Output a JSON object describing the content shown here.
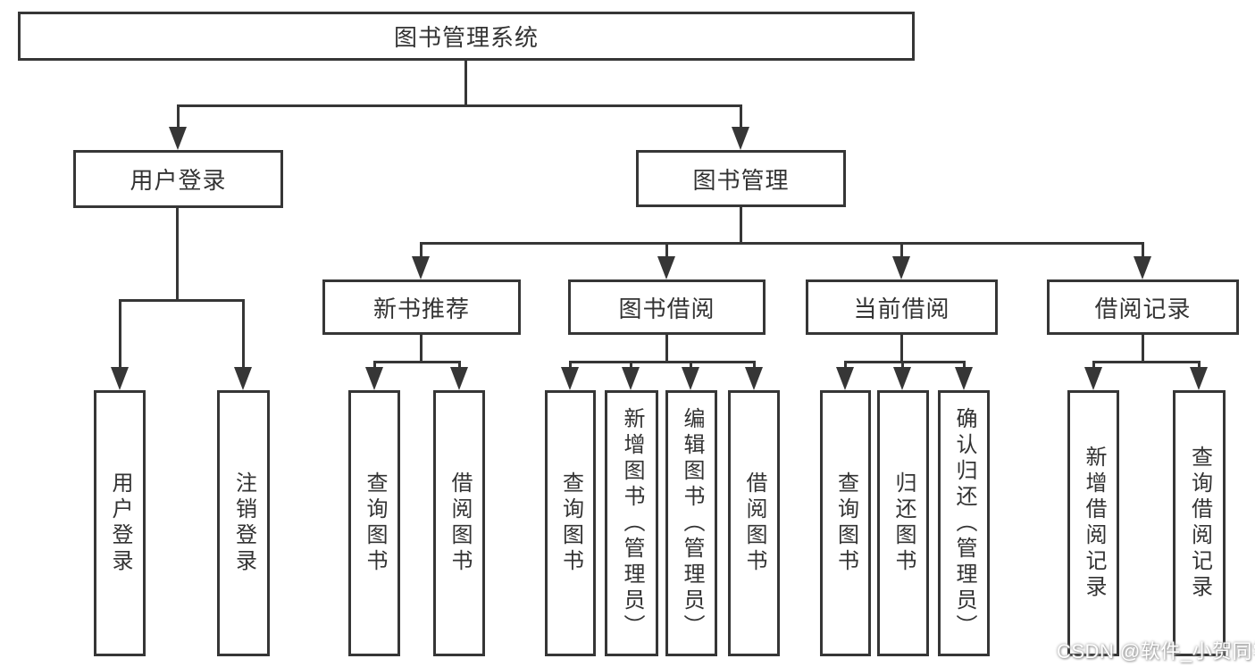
{
  "diagram": {
    "type": "hierarchy-tree",
    "colors": {
      "line": "#363636",
      "text": "#333333",
      "background": "#ffffff"
    },
    "tree": {
      "label": "图书管理系统",
      "children": [
        {
          "label": "用户登录",
          "children": [
            {
              "label": "用户登录"
            },
            {
              "label": "注销登录"
            }
          ]
        },
        {
          "label": "图书管理",
          "children": [
            {
              "label": "新书推荐",
              "children": [
                {
                  "label": "查询图书"
                },
                {
                  "label": "借阅图书"
                }
              ]
            },
            {
              "label": "图书借阅",
              "children": [
                {
                  "label": "查询图书"
                },
                {
                  "label": "新增图书（管理员）"
                },
                {
                  "label": "编辑图书（管理员）"
                },
                {
                  "label": "借阅图书"
                }
              ]
            },
            {
              "label": "当前借阅",
              "children": [
                {
                  "label": "查询图书"
                },
                {
                  "label": "归还图书"
                },
                {
                  "label": "确认归还（管理员）"
                }
              ]
            },
            {
              "label": "借阅记录",
              "children": [
                {
                  "label": "新增借阅记录"
                },
                {
                  "label": "查询借阅记录"
                }
              ]
            }
          ]
        }
      ]
    },
    "watermark": {
      "text": "CSDN @软件_小贺同学"
    }
  }
}
